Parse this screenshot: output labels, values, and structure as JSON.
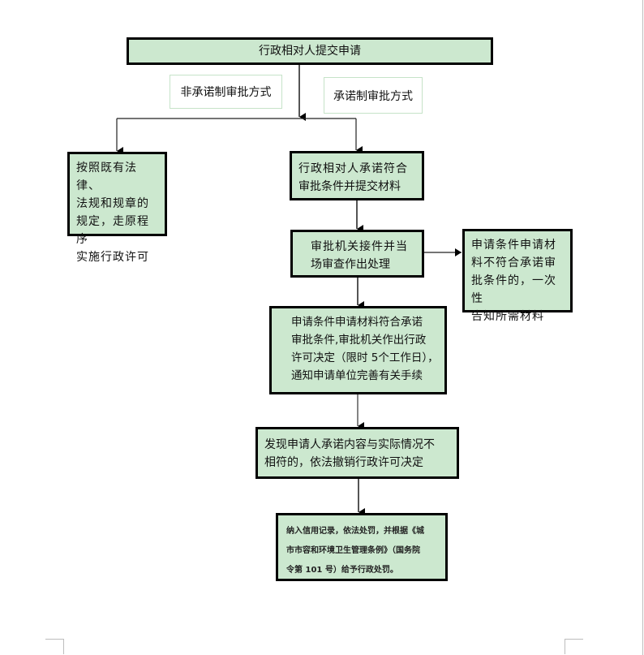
{
  "colors": {
    "box_fill": "#cce8cf",
    "box_border": "#000000",
    "label_border": "#c6e3c8",
    "connector": "#444444"
  },
  "flowchart": {
    "start": "行政相对人提交申请",
    "branch_labels": {
      "non_commitment": "非承诺制审批方式",
      "commitment": "承诺制审批方式"
    },
    "non_commitment_step": [
      "按照既有法律、",
      "法规和规章的",
      "规定，走原程序",
      "实施行政许可"
    ],
    "step_commit": [
      "行政相对人承诺符合",
      "审批条件并提交材料"
    ],
    "step_receive": [
      "审批机关接件并当",
      "场审查作出处理"
    ],
    "step_reject": [
      "申请条件申请材",
      "料不符合承诺审",
      "批条件的，一次性",
      "告知所需材料"
    ],
    "step_decide": [
      "申请条件申请材料符合承诺",
      "审批条件,审批机关作出行政",
      "许可决定（限时 5个工作日），",
      "通知申请单位完善有关手续"
    ],
    "step_revoke": [
      "发现申请人承诺内容与实际情况不",
      "相符的，依法撤销行政许可决定"
    ],
    "step_penalty": [
      "纳入信用记录，依法处罚，并根据《城",
      "市市容和环境卫生管理条例》（国务院",
      "令第 101 号）给予行政处罚。"
    ]
  }
}
